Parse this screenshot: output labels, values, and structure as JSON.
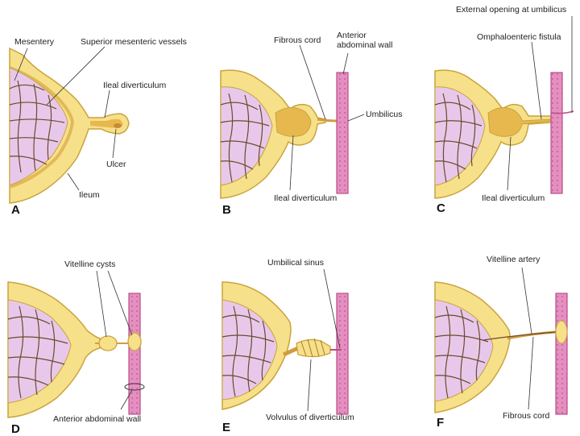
{
  "panels": {
    "A": {
      "letter": "A",
      "labels": {
        "mesentery": "Mesentery",
        "superior_mesenteric_vessels": "Superior mesenteric vessels",
        "ileal_diverticulum": "Ileal diverticulum",
        "ulcer": "Ulcer",
        "ileum": "Ileum"
      }
    },
    "B": {
      "letter": "B",
      "labels": {
        "fibrous_cord": "Fibrous cord",
        "anterior_abdominal_wall_1": "Anterior",
        "anterior_abdominal_wall_2": "abdominal wall",
        "umbilicus": "Umbilicus",
        "ileal_diverticulum": "Ileal diverticulum"
      }
    },
    "C": {
      "letter": "C",
      "labels": {
        "external_opening": "External opening at umbilicus",
        "omphaloenteric_fistula": "Omphaloenteric fistula",
        "ileal_diverticulum": "Ileal diverticulum"
      }
    },
    "D": {
      "letter": "D",
      "labels": {
        "vitelline_cysts": "Vitelline cysts",
        "anterior_abdominal_wall": "Anterior abdominal wall"
      }
    },
    "E": {
      "letter": "E",
      "labels": {
        "umbilical_sinus": "Umbilical sinus",
        "volvulus": "Volvulus of diverticulum"
      }
    },
    "F": {
      "letter": "F",
      "labels": {
        "vitelline_artery": "Vitelline artery",
        "fibrous_cord": "Fibrous cord"
      }
    }
  },
  "colors": {
    "intestine_fill": "#f7e08a",
    "intestine_outline": "#c9a43c",
    "lumen": "#e7b84e",
    "mesentery_fill": "#e8c8ea",
    "vessel": "#6b4a2c",
    "wall_fill": "#e58fc0",
    "wall_outline": "#b84d8a",
    "leader": "#333333"
  }
}
